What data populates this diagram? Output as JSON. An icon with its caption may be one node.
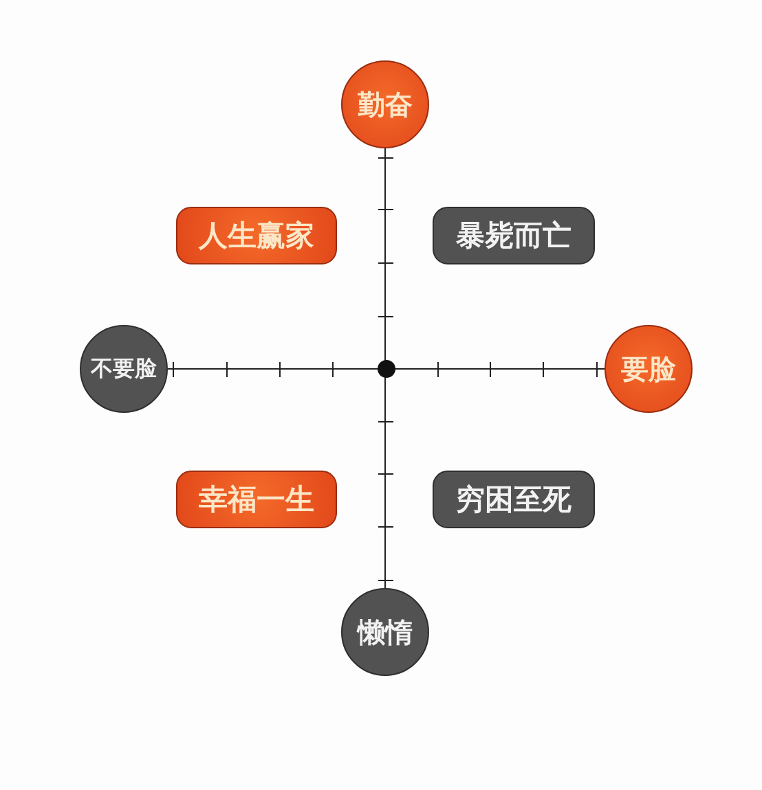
{
  "diagram": {
    "nodes": [
      {
        "text": [
          "勤奋"
        ]
      },
      {
        "text": [
          "人生赢家"
        ]
      },
      {
        "text": [
          "暴毙而亡"
        ]
      },
      {
        "text": [
          "不要脸"
        ]
      },
      {
        "text": [
          "要脸"
        ]
      },
      {
        "text": [
          "幸福一生"
        ]
      },
      {
        "text": [
          "穷困至死"
        ]
      },
      {
        "text": [
          "懒惰"
        ]
      }
    ],
    "edges": [
      {
        "from": 0,
        "to": 7,
        "arrow": "none"
      },
      {
        "from": 3,
        "to": 4,
        "arrow": "none"
      }
    ]
  }
}
